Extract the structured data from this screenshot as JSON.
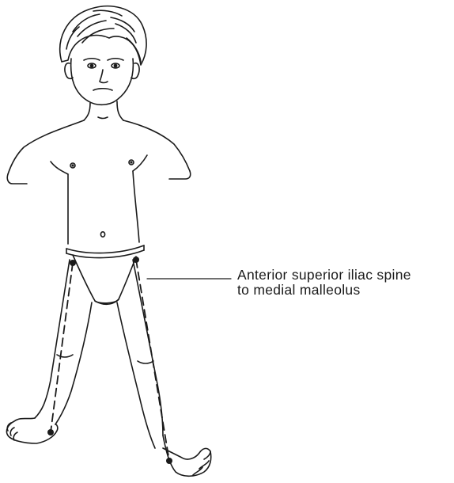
{
  "figure": {
    "subject": "child standing, legs apart, measurement of leg length",
    "callout": {
      "line1": "Anterior superior iliac spine",
      "line2": "to medial malleolus"
    },
    "colors": {
      "ink": "#1a1a1a",
      "background": "#ffffff"
    }
  }
}
